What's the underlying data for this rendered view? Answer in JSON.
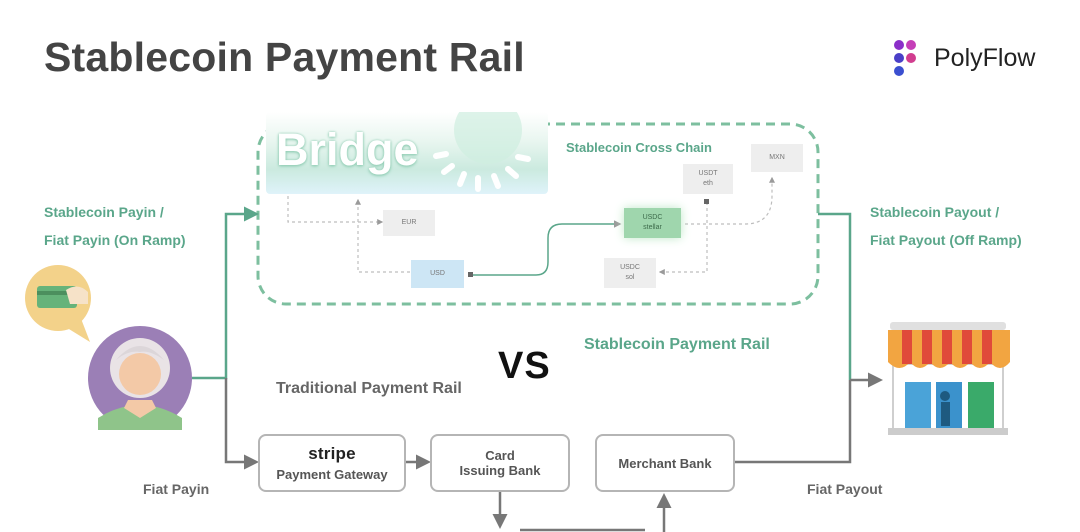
{
  "header": {
    "title": "Stablecoin Payment Rail",
    "brand": "PolyFlow"
  },
  "left": {
    "onramp_line1": "Stablecoin Payin /",
    "onramp_line2": "Fiat Payin (On Ramp)",
    "fiat_payin": "Fiat Payin"
  },
  "right": {
    "offramp_line1": "Stablecoin Payout /",
    "offramp_line2": "Fiat Payout (Off Ramp)",
    "fiat_payout": "Fiat Payout"
  },
  "stablecoin": {
    "bridge_logo": "Bridge",
    "cross_chain_label": "Stablecoin Cross Chain",
    "rail_label": "Stablecoin Payment Rail",
    "chips": {
      "eur": "EUR",
      "usd": "USD",
      "usdc_stellar_1": "USDC",
      "usdc_stellar_2": "stellar",
      "usdt_eth_1": "USDT",
      "usdt_eth_2": "eth",
      "mxn": "MXN",
      "usdc_sol_1": "USDC",
      "usdc_sol_2": "sol"
    }
  },
  "vs_label": "VS",
  "traditional": {
    "rail_label": "Traditional Payment Rail",
    "stripe_logo": "stripe",
    "payment_gateway": "Payment Gateway",
    "card_issuing_1": "Card",
    "card_issuing_2": "Issuing Bank",
    "merchant_bank": "Merchant Bank"
  },
  "colors": {
    "accent_green": "#5aa68a",
    "flow_gray": "#777777",
    "title_gray": "#444444"
  }
}
